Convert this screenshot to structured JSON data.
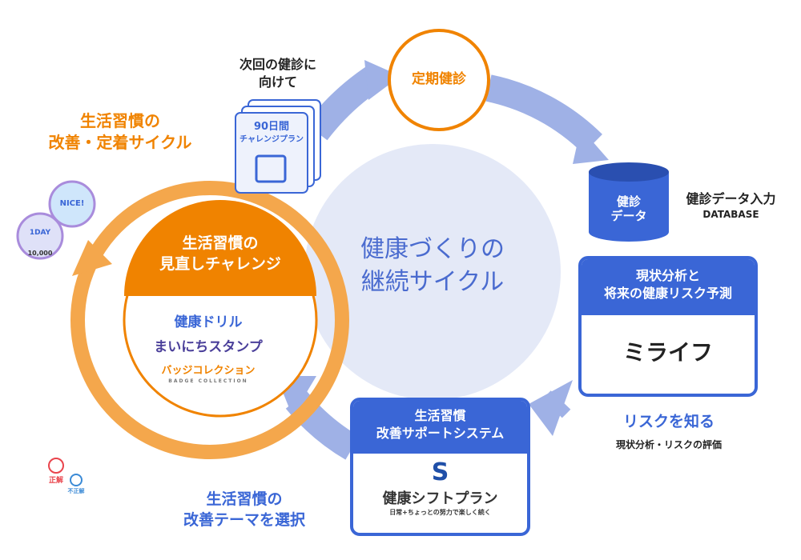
{
  "center": {
    "line1": "健康づくりの",
    "line2": "継続サイクル"
  },
  "cycle_title": {
    "line1": "生活習慣の",
    "line2": "改善・定着サイクル"
  },
  "next_checkup": {
    "line1": "次回の健診に",
    "line2": "向けて"
  },
  "checkup": "定期健診",
  "plan_card": {
    "line1": "90日間",
    "line2": "チャレンジプラン"
  },
  "database": {
    "label1": "健診",
    "label2": "データ",
    "title": "健診データ入力",
    "sub": "DATABASE"
  },
  "analysis": {
    "line1": "現状分析と",
    "line2": "将来の健康リスク予測",
    "logo": "ミライフ"
  },
  "risk": {
    "title": "リスクを知る",
    "sub": "現状分析・リスクの評価"
  },
  "support": {
    "line1": "生活習慣",
    "line2": "改善サポートシステム",
    "logo": "健康シフトプラン",
    "tagline": "日常+ちょっとの努力で楽しく続く"
  },
  "select_theme": {
    "line1": "生活習慣の",
    "line2": "改善テーマを選択"
  },
  "challenge": {
    "line1": "生活習慣の",
    "line2": "見直しチャレンジ",
    "apps": [
      "健康ドリル",
      "まいにちスタンプ",
      "バッジコレクション"
    ],
    "badge_sub": "BADGE COLLECTION"
  },
  "badges": {
    "nice": "NICE!",
    "day": "1DAY",
    "count": "10,000"
  },
  "quiz": {
    "correct": "正解",
    "incorrect": "不正解"
  },
  "colors": {
    "blue": "#3a66d6",
    "orange": "#f08300",
    "arrow": "#9fb1e6",
    "center": "#e4e9f7"
  }
}
